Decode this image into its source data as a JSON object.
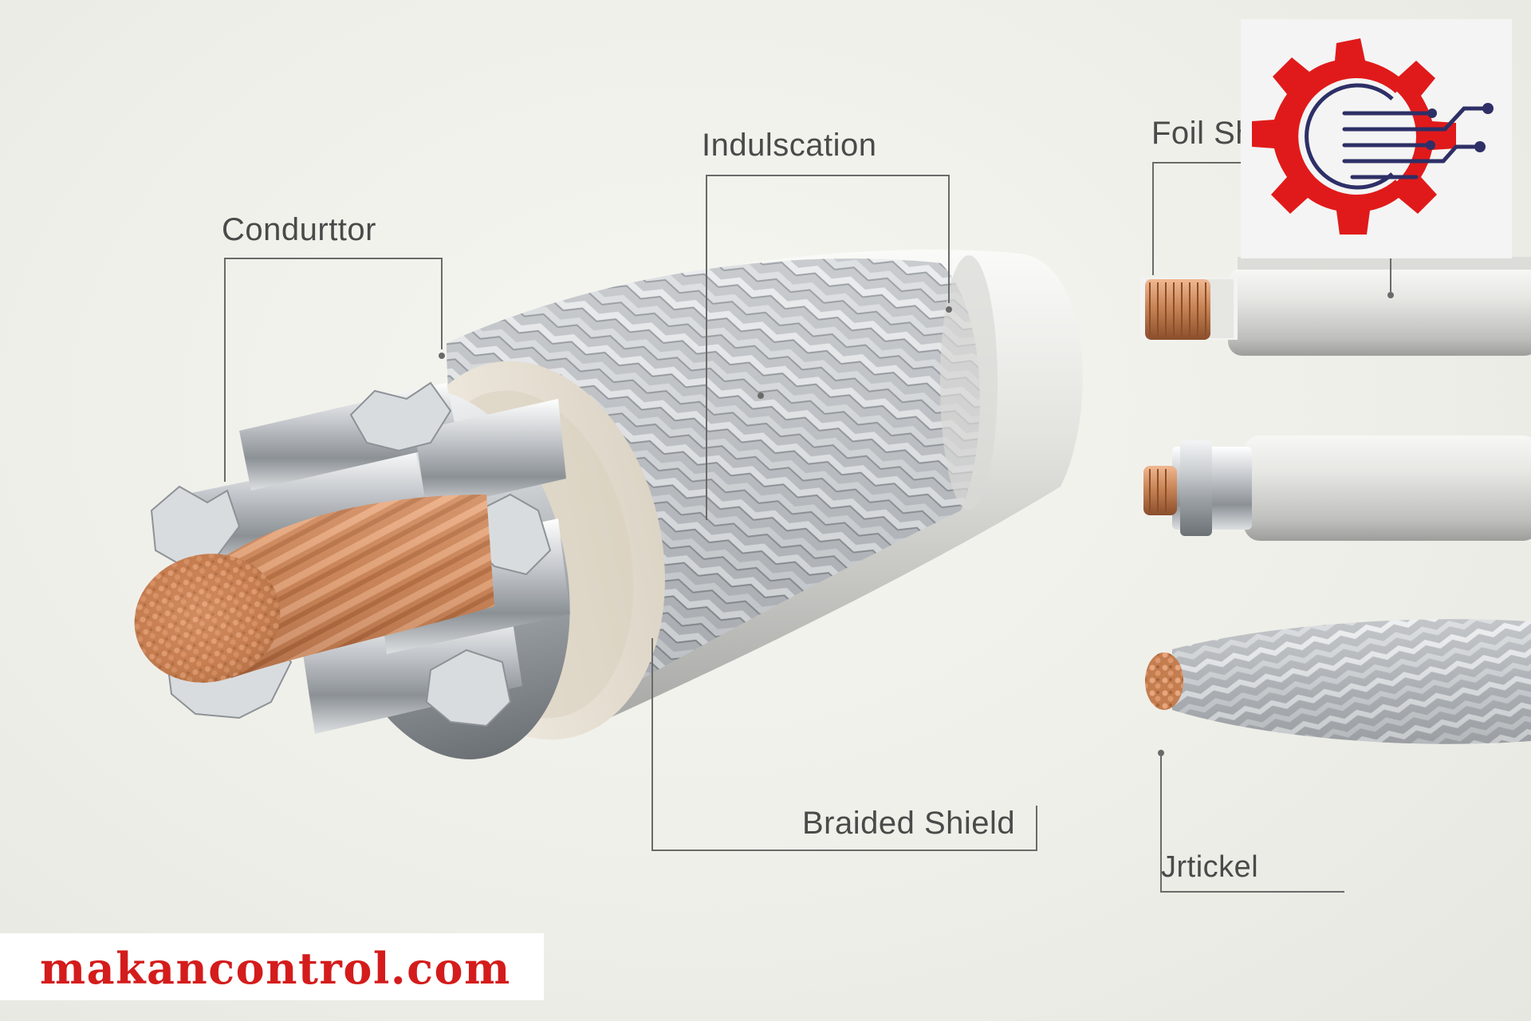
{
  "labels": {
    "conductor": "Condurttor",
    "insulation": "Indulscation",
    "foil_shield": "Foil Shi",
    "braided_shield": "Braided Shield",
    "jacket": "Jrtickel"
  },
  "watermark": {
    "site": "makancontrol.com",
    "color": "#d41c1c"
  },
  "logo": {
    "gear_color": "#e01a1a",
    "circuit_color": "#2e2f66"
  },
  "palette": {
    "copper": "#c98556",
    "silver": "#c9ccd0",
    "insulation": "#ece5d8",
    "jacket": "#e9e9e6"
  }
}
